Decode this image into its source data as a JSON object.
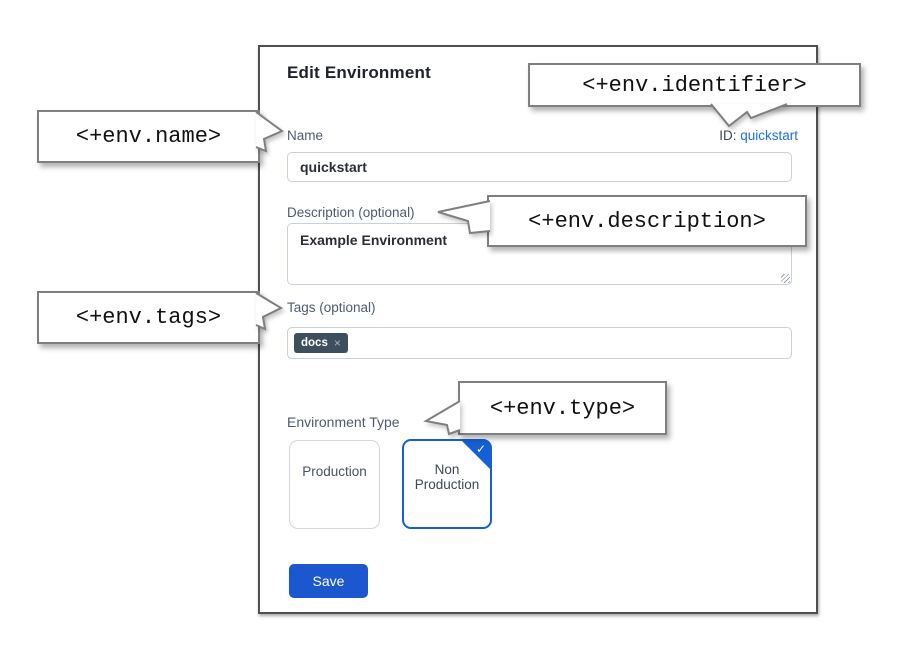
{
  "panel": {
    "title": "Edit Environment",
    "name_field": {
      "label": "Name",
      "value": "quickstart"
    },
    "id_field": {
      "label": "ID:",
      "value": "quickstart"
    },
    "description_field": {
      "label": "Description (optional)",
      "value": "Example Environment"
    },
    "tags_field": {
      "label": "Tags (optional)",
      "tags": [
        {
          "label": "docs",
          "remove_icon": "×"
        }
      ]
    },
    "type_field": {
      "label": "Environment Type",
      "check_icon": "✓",
      "options": [
        {
          "label": "Production",
          "selected": false
        },
        {
          "label": "Non Production",
          "selected": true
        }
      ]
    },
    "save_label": "Save"
  },
  "callouts": {
    "identifier": {
      "text": "<+env.identifier>"
    },
    "name": {
      "text": "<+env.name>"
    },
    "description": {
      "text": "<+env.description>"
    },
    "tags": {
      "text": "<+env.tags>"
    },
    "type": {
      "text": "<+env.type>"
    }
  },
  "colors": {
    "accent_blue": "#1b57cf",
    "link_blue": "#1a6fe8",
    "chip_bg": "#3d4e5e",
    "panel_border": "#4f4f4f",
    "callout_border": "#7f7f7f"
  }
}
